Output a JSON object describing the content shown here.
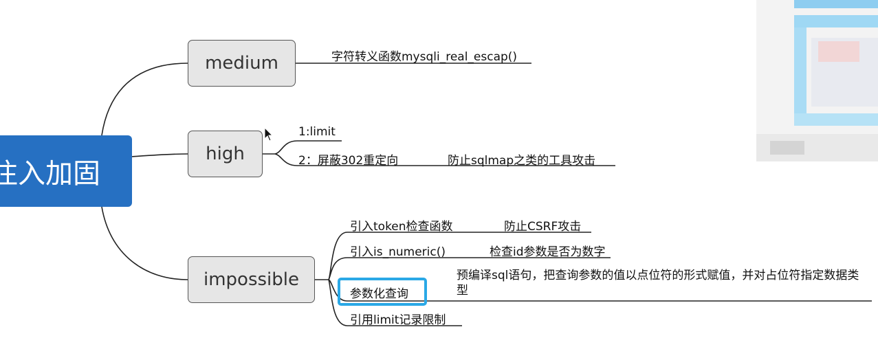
{
  "root": {
    "label": "注入加固"
  },
  "nodes": {
    "medium": {
      "label": "medium",
      "items": [
        {
          "text": "字符转义函数mysqli_real_escap()"
        }
      ]
    },
    "high": {
      "label": "high",
      "items": [
        {
          "text": "1:limit"
        },
        {
          "text": "2：屏蔽302重定向",
          "note": "防止sqlmap之类的工具攻击"
        }
      ]
    },
    "impossible": {
      "label": "impossible",
      "items": [
        {
          "text": "引入token检查函数",
          "note": "防止CSRF攻击"
        },
        {
          "text": "引入is_numeric()",
          "note": "检查id参数是否为数字"
        },
        {
          "text": "参数化查询",
          "note": "预编译sql语句，把查询参数的值以点位符的形式赋值，并对占位符指定数据类型"
        },
        {
          "text": "引用limit记录限制"
        }
      ]
    }
  },
  "colors": {
    "root_bg": "#2670c2",
    "node_bg": "#e6e6e6",
    "highlight": "#2aa8e6"
  }
}
